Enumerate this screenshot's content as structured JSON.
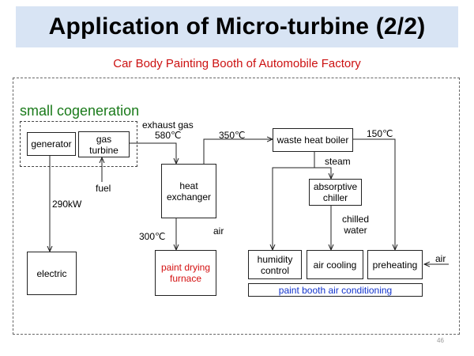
{
  "title": "Application of Micro-turbine (2/2)",
  "subtitle": "Car Body Painting Booth of Automobile Factory",
  "cogeneration_label": "small cogeneration",
  "boxes": {
    "generator": "generator",
    "gas_turbine": "gas turbine",
    "heat_exchanger": "heat exchanger",
    "waste_heat_boiler": "waste heat boiler",
    "absorptive_chiller": "absorptive chiller",
    "electric": "electric",
    "paint_drying_furnace": "paint drying furnace",
    "humidity_control": "humidity control",
    "air_cooling": "air cooling",
    "preheating": "preheating",
    "paint_booth_air_conditioning": "paint booth air conditioning"
  },
  "labels": {
    "exhaust_gas": "exhaust gas",
    "exhaust_temp": "580℃",
    "temp_350": "350℃",
    "temp_150": "150℃",
    "temp_300": "300℃",
    "fuel": "fuel",
    "power": "290kW",
    "steam": "steam",
    "chilled_water": "chilled water",
    "air_exchanger": "air",
    "air_preheat": "air"
  },
  "page_number": "46",
  "colors": {
    "title_bar": "#d8e4f4",
    "subtitle": "#cc1111",
    "cogeneration": "#1a7a1a",
    "furnace_text": "#d41111",
    "booth_text": "#1133cc"
  }
}
